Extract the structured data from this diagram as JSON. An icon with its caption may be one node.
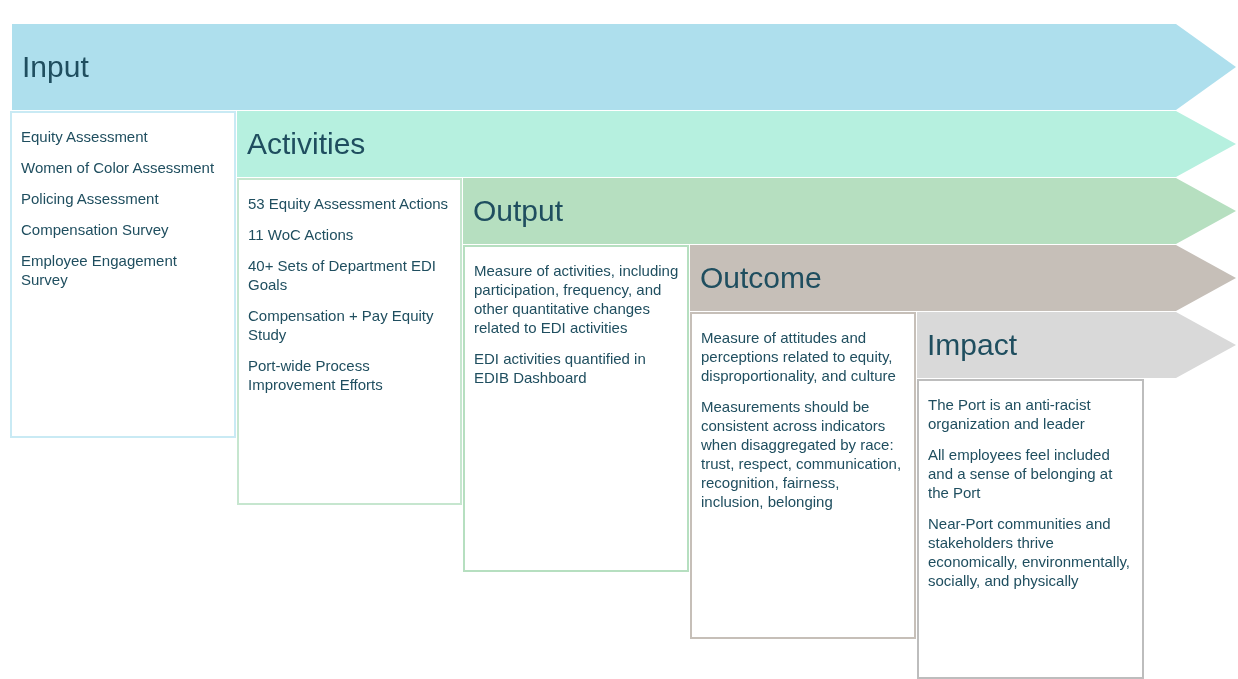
{
  "diagram": {
    "nodes": [
      {
        "text": [
          "Input"
        ]
      },
      {
        "text": [
          "Equity Assessment",
          "Women of Color Assessment",
          "Policing Assessment",
          "Compensation Survey",
          "Employee Engagement Survey"
        ]
      },
      {
        "text": [
          "Activities"
        ]
      },
      {
        "text": [
          "53 Equity Assessment Actions",
          "11 WoC Actions",
          "40+ Sets of Department EDI Goals",
          "Compensation + Pay Equity Study",
          "Port-wide Process Improvement Efforts"
        ]
      },
      {
        "text": [
          "Output"
        ]
      },
      {
        "text": [
          "Measure of activities, including participation, frequency, and other quantitative changes related to EDI activities",
          "EDI activities quantified in EDIB Dashboard"
        ]
      },
      {
        "text": [
          "Outcome"
        ]
      },
      {
        "text": [
          "Measure of attitudes and perceptions related to equity, disproportionality, and culture",
          "Measurements should be consistent across indicators when disaggregated by race: trust, respect, communication, recognition, fairness, inclusion, belonging"
        ]
      },
      {
        "text": [
          "Impact"
        ]
      },
      {
        "text": [
          "The Port is an anti-racist organization and leader",
          "All employees feel included and a sense of belonging at the Port",
          "Near-Port communities and stakeholders thrive economically, environmentally, socially, and physically"
        ]
      }
    ]
  }
}
